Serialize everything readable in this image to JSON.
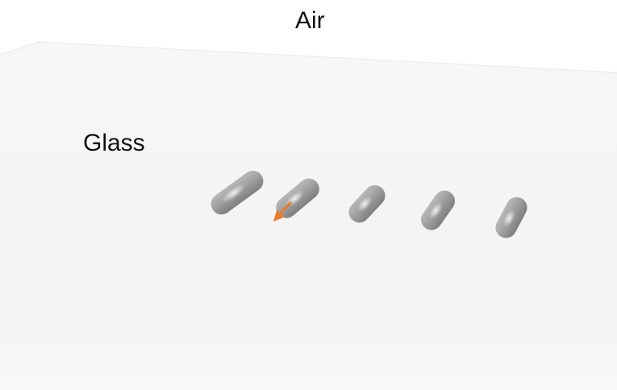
{
  "labels": {
    "upper_medium": "Air",
    "lower_medium": "Glass"
  },
  "colors": {
    "background": "#ffffff",
    "glass_slab": "#f4f4f4",
    "rod": "#9c9c9c",
    "arrow": "#e87a2a"
  },
  "scene": {
    "rod_count": 5,
    "arrow_on_rod": 2,
    "arrow_icon": "dipole-arrow-icon"
  }
}
